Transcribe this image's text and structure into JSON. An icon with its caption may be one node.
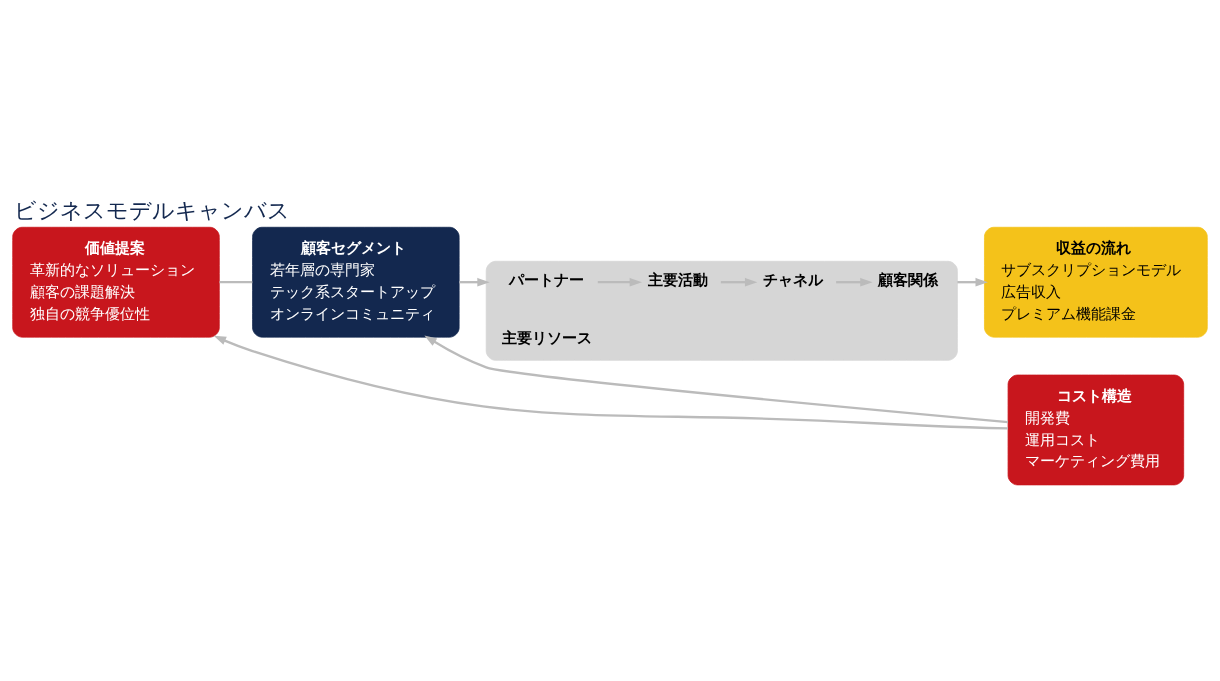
{
  "diagram": {
    "title": "ビジネスモデルキャンバス",
    "nodes": [
      {
        "text": [
          "価値提案",
          "革新的なソリューション",
          "顧客の課題解決",
          "独自の競争優位性"
        ]
      },
      {
        "text": [
          "顧客セグメント",
          "若年層の専門家",
          "テック系スタートアップ",
          "オンラインコミュニティ"
        ]
      },
      {
        "text": [],
        "shape": "box"
      },
      {
        "text": [
          "パートナー"
        ],
        "in": 2
      },
      {
        "text": [
          "主要リソース"
        ],
        "in": 2
      },
      {
        "text": [
          "主要活動"
        ],
        "in": 2
      },
      {
        "text": [
          "チャネル"
        ],
        "in": 2
      },
      {
        "text": [
          "顧客関係"
        ],
        "in": 2
      },
      {
        "text": [
          "収益の流れ",
          "サブスクリプションモデル",
          "広告収入",
          "プレミアム機能課金"
        ]
      },
      {
        "text": [
          "コスト構造",
          "開発費",
          "運用コスト",
          "マーケティング費用"
        ]
      }
    ],
    "edges": [
      {
        "from": 0,
        "to": 1,
        "arrow": "none"
      },
      {
        "from": 1,
        "to": 2,
        "arrow": "to"
      },
      {
        "from": 3,
        "to": 5,
        "arrow": "to"
      },
      {
        "from": 5,
        "to": 6,
        "arrow": "to"
      },
      {
        "from": 6,
        "to": 7,
        "arrow": "to"
      },
      {
        "from": 2,
        "to": 8,
        "arrow": "to"
      },
      {
        "from": 9,
        "to": 0,
        "arrow": "to"
      },
      {
        "from": 9,
        "to": 1,
        "arrow": "to"
      }
    ]
  }
}
